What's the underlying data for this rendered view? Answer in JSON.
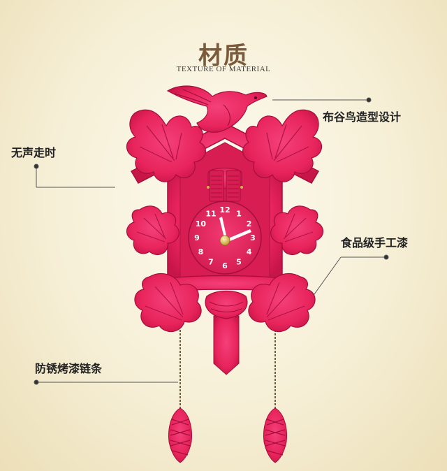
{
  "header": {
    "title": "材质",
    "subtitle": "TEXTURE OF MATERIAL"
  },
  "callouts": {
    "cuckoo_bird_design": "布谷鸟造型设计",
    "silent_movement": "无声走时",
    "food_grade_paint": "食品级手工漆",
    "rustproof_chain": "防锈烤漆链条"
  },
  "clock": {
    "dial_numbers": [
      "12",
      "1",
      "2",
      "3",
      "4",
      "5",
      "6",
      "7",
      "8",
      "9",
      "10",
      "11"
    ],
    "body_color": "#e8245c",
    "dark_color": "#a50e3c",
    "chain_color": "#6b5b3a"
  }
}
